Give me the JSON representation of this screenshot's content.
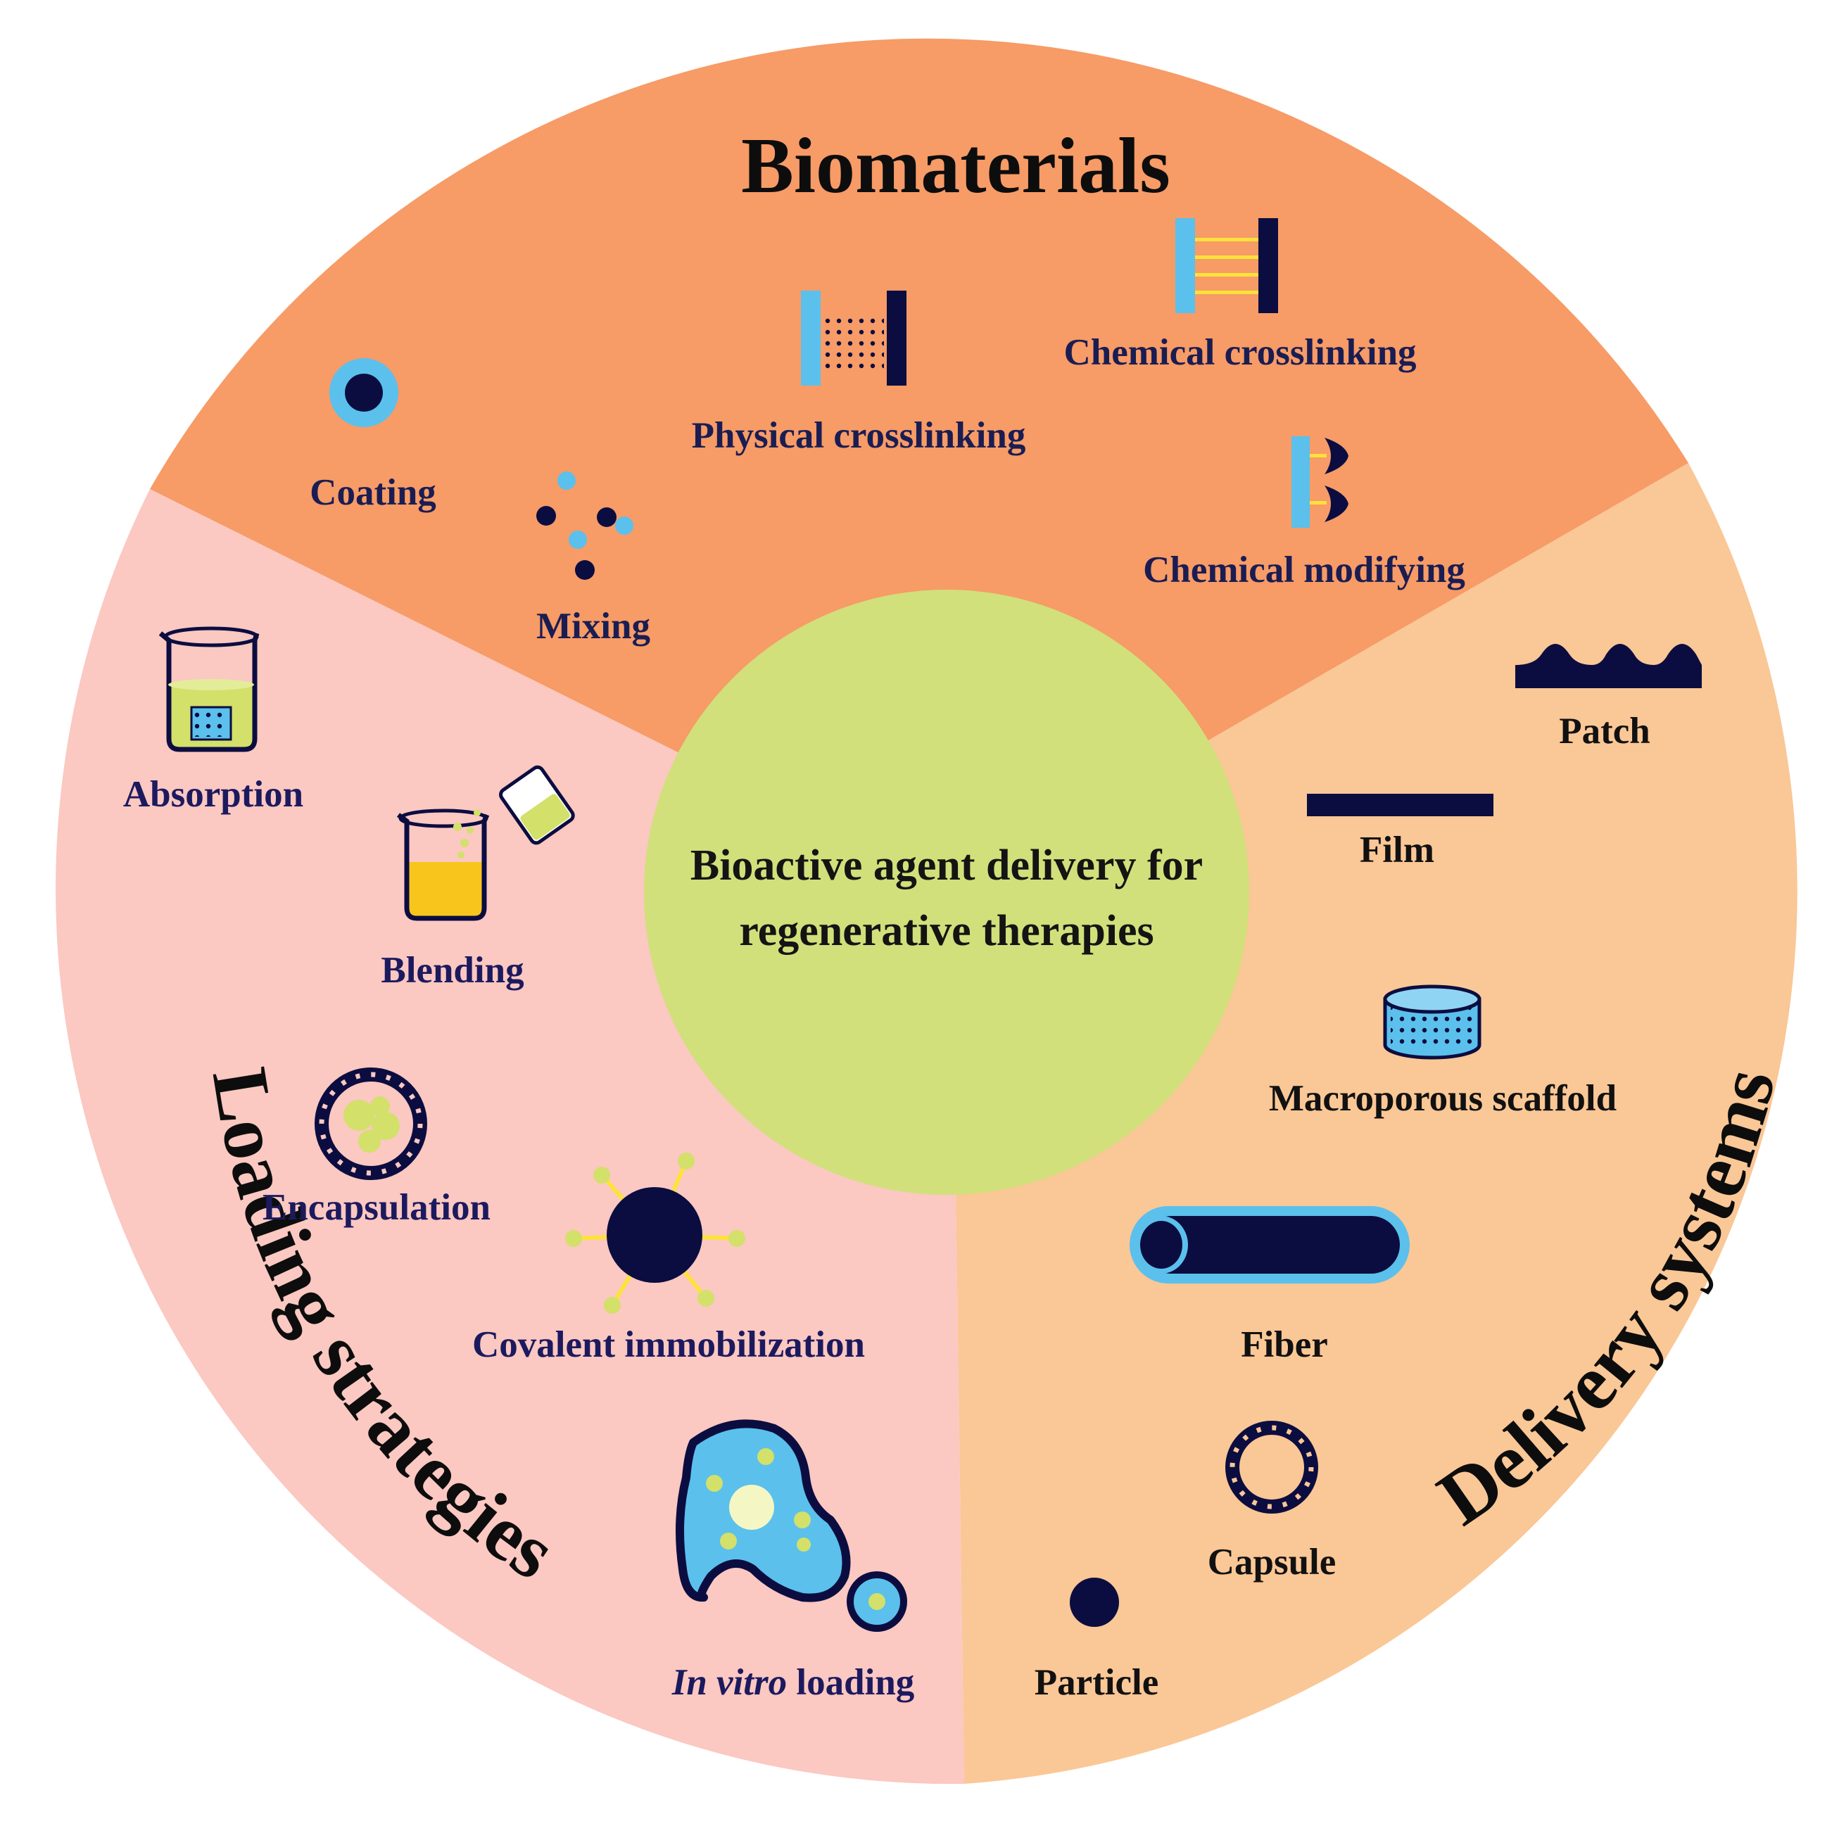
{
  "center": {
    "line1": "Bioactive agent delivery for",
    "line2": "regenerative therapies"
  },
  "sectors": {
    "biomaterials": {
      "title": "Biomaterials",
      "color": "#f79b67",
      "items": {
        "coating": "Coating",
        "mixing": "Mixing",
        "physical": "Physical crosslinking",
        "chemical_crosslinking": "Chemical crosslinking",
        "chemical_modifying": "Chemical modifying"
      }
    },
    "delivery": {
      "title": "Delivery systems",
      "color": "#fac796",
      "items": {
        "patch": "Patch",
        "film": "Film",
        "scaffold": "Macroporous scaffold",
        "fiber": "Fiber",
        "capsule": "Capsule",
        "particle": "Particle"
      }
    },
    "loading": {
      "title": "Loading strategies",
      "color": "#fbc8c2",
      "items": {
        "absorption": "Absorption",
        "blending": "Blending",
        "encapsulation": "Encapsulation",
        "covalent": "Covalent immobilization",
        "invitro_italic": "In vitro",
        "invitro_rest": " loading"
      }
    }
  },
  "colors": {
    "center": "#d1e07a",
    "navy": "#0b0d40",
    "cyan": "#5bc0ec",
    "yellow": "#fde23a",
    "lime": "#d3e06a",
    "gold": "#f8c51c"
  }
}
